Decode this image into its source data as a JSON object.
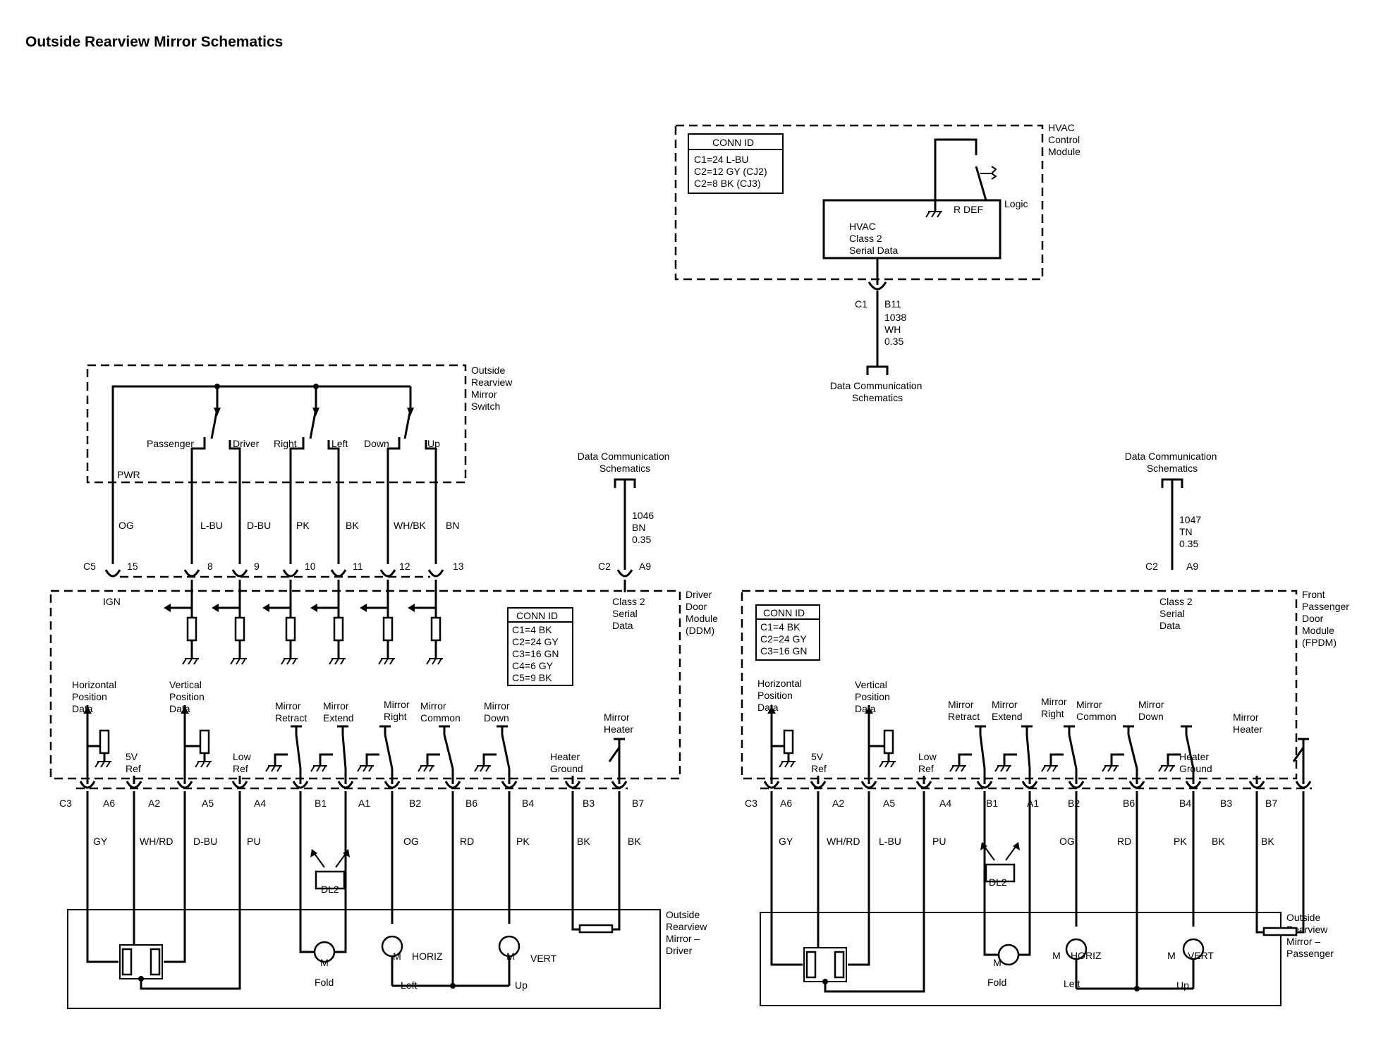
{
  "title": "Outside Rearview Mirror Schematics",
  "hvac": {
    "module_name": [
      "HVAC",
      "Control",
      "Module"
    ],
    "conn_id": {
      "header": "CONN ID",
      "lines": [
        "C1=24 L-BU",
        "C2=12 GY (CJ2)",
        "C2=8 BK (CJ3)"
      ]
    },
    "logic_lines": [
      "HVAC",
      "Class 2",
      "Serial Data"
    ],
    "logic_label": "Logic",
    "rdef_label": "R DEF",
    "connector": "C1",
    "pin": "B11",
    "circuit": [
      "1038",
      "WH",
      "0.35"
    ],
    "destination": [
      "Data Communication",
      "Schematics"
    ]
  },
  "switch": {
    "name": [
      "Outside",
      "Rearview",
      "Mirror",
      "Switch"
    ],
    "pwr": "PWR",
    "positions": [
      "Passenger",
      "Driver",
      "Right",
      "Left",
      "Down",
      "Up"
    ]
  },
  "ddm": {
    "name": [
      "Driver",
      "Door",
      "Module",
      "(DDM)"
    ],
    "conn_id": {
      "header": "CONN ID",
      "lines": [
        "C1=4 BK",
        "C2=24 GY",
        "C3=16 GN",
        "C4=6 GY",
        "C5=9 BK"
      ]
    },
    "c5": "C5",
    "ign": "IGN",
    "switch_pins": [
      "15",
      "8",
      "9",
      "10",
      "11",
      "12",
      "13"
    ],
    "switch_wires": [
      "OG",
      "L-BU",
      "D-BU",
      "PK",
      "BK",
      "WH/BK",
      "BN"
    ],
    "c2": "C2",
    "c2_pin": "A9",
    "class2": [
      "Class 2",
      "Serial",
      "Data"
    ],
    "data_comm": [
      "Data Communication",
      "Schematics"
    ],
    "data_circuit": [
      "1046",
      "BN",
      "0.35"
    ],
    "funcs": {
      "hpos": [
        "Horizontal",
        "Position",
        "Data"
      ],
      "vref": [
        "5V",
        "Ref"
      ],
      "vpos": [
        "Vertical",
        "Position",
        "Data"
      ],
      "lowref": [
        "Low",
        "Ref"
      ],
      "retract": [
        "Mirror",
        "Retract"
      ],
      "extend": [
        "Mirror",
        "Extend"
      ],
      "right": [
        "Mirror",
        "Right"
      ],
      "common": [
        "Mirror",
        "Common"
      ],
      "down": [
        "Mirror",
        "Down"
      ],
      "hgnd": [
        "Heater",
        "Ground"
      ],
      "heater": [
        "Mirror",
        "Heater"
      ]
    },
    "c3": "C3",
    "bottom_pins": [
      "A6",
      "A2",
      "A5",
      "A4",
      "B1",
      "A1",
      "B2",
      "B6",
      "B4",
      "B3",
      "B7"
    ],
    "bottom_wires": [
      "GY",
      "WH/RD",
      "D-BU",
      "PU",
      "OG",
      "RD",
      "PK",
      "BK",
      "BK"
    ],
    "dl2": "DL2",
    "mirror_name": [
      "Outside",
      "Rearview",
      "Mirror –",
      "Driver"
    ],
    "motor": "M",
    "fold": "Fold",
    "horiz": "HORIZ",
    "vert": "VERT",
    "left": "Left",
    "up": "Up"
  },
  "fpdm": {
    "name": [
      "Front",
      "Passenger",
      "Door",
      "Module",
      "(FPDM)"
    ],
    "conn_id": {
      "header": "CONN ID",
      "lines": [
        "C1=4 BK",
        "C2=24 GY",
        "C3=16 GN"
      ]
    },
    "c2": "C2",
    "c2_pin": "A9",
    "class2": [
      "Class 2",
      "Serial",
      "Data"
    ],
    "data_comm": [
      "Data Communication",
      "Schematics"
    ],
    "data_circuit": [
      "1047",
      "TN",
      "0.35"
    ],
    "funcs": {
      "hpos": [
        "Horizontal",
        "Position",
        "Data"
      ],
      "vref": [
        "5V",
        "Ref"
      ],
      "vpos": [
        "Vertical",
        "Position",
        "Data"
      ],
      "lowref": [
        "Low",
        "Ref"
      ],
      "retract": [
        "Mirror",
        "Retract"
      ],
      "extend": [
        "Mirror",
        "Extend"
      ],
      "right": [
        "Mirror",
        "Right"
      ],
      "common": [
        "Mirror",
        "Common"
      ],
      "down": [
        "Mirror",
        "Down"
      ],
      "hgnd": [
        "Heater",
        "Ground"
      ],
      "heater": [
        "Mirror",
        "Heater"
      ]
    },
    "c3": "C3",
    "bottom_pins": [
      "A6",
      "A2",
      "A5",
      "A4",
      "B1",
      "A1",
      "B2",
      "B6",
      "B4",
      "B3",
      "B7"
    ],
    "bottom_wires": [
      "GY",
      "WH/RD",
      "L-BU",
      "PU",
      "OG",
      "RD",
      "PK",
      "BK",
      "BK"
    ],
    "dl2": "DL2",
    "mirror_name": [
      "Outside",
      "Rearview",
      "Mirror –",
      "Passenger"
    ],
    "motor": "M",
    "fold": "Fold",
    "horiz": "HORIZ",
    "vert": "VERT",
    "left": "Left",
    "up": "Up"
  }
}
